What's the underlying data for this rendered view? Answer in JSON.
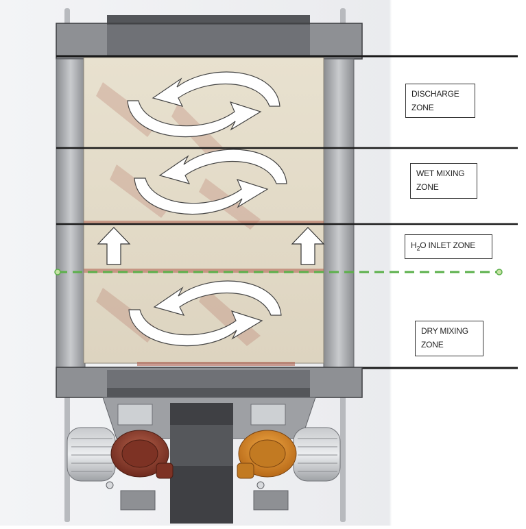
{
  "zones": [
    {
      "line1": "DISCHARGE",
      "line2": "ZONE"
    },
    {
      "line1": "WET MIXING",
      "line2": "ZONE"
    },
    {
      "label_pre": "H",
      "label_sub": "2",
      "label_post": "O INLET ZONE"
    },
    {
      "line1": "DRY MIXING",
      "line2": "ZONE"
    }
  ],
  "colors": {
    "frame": "#8e9094",
    "frame_dark": "#5f6166",
    "panel": "#e4dccb",
    "divider": "#1a1a1a",
    "dashed_line": "#5bb04a",
    "motor_red": "#8a3a2a",
    "motor_orange": "#d98a2a"
  },
  "icons": [
    "rotation-arrow-icon",
    "upward-arrow-icon"
  ]
}
